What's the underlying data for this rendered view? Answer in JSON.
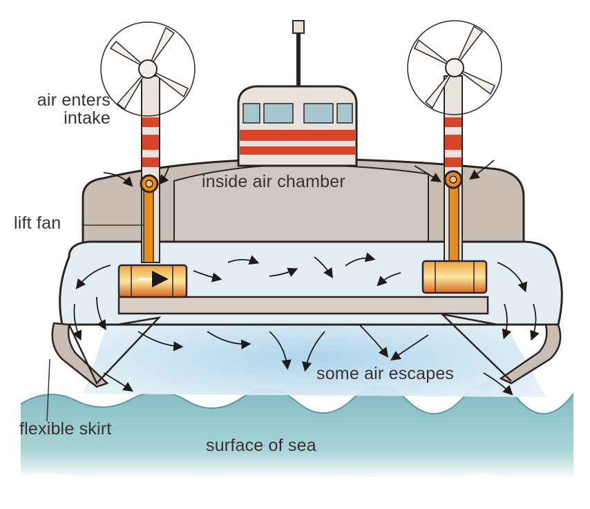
{
  "labels": {
    "air_enters": "air enters",
    "intake": "intake",
    "inside_air_chamber": "inside air chamber",
    "lift_fan": "lift fan",
    "some_air_escapes": "some air escapes",
    "flexible_skirt": "flexible skirt",
    "surface_of_sea": "surface of sea"
  },
  "colors": {
    "hull": "#c9bdb3",
    "outline": "#2b2222",
    "cushion": "#cfe4f0",
    "sea": "#8fc3c9",
    "red": "#d9452b",
    "orange": "#e88a1e",
    "deck": "#d8d0c8"
  }
}
